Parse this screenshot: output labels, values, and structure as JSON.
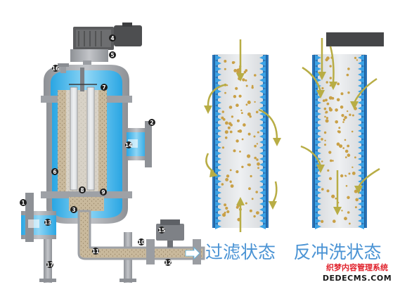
{
  "colors": {
    "steel": "#a9abaf",
    "steel_dark": "#8a8d92",
    "water": "#3fb4ea",
    "water_light": "#8fd6f6",
    "sediment": "#c7b79b",
    "screen": "#2c74b8",
    "particle": "#c9a046",
    "arrow": "#b8ad45",
    "motor": "#555555",
    "caption": "#4a93d4",
    "watermark_red": "#e0202a"
  },
  "callouts": [
    "1",
    "2",
    "3",
    "4",
    "5",
    "6",
    "7",
    "8",
    "9",
    "10",
    "11",
    "12",
    "13",
    "14",
    "15",
    "16",
    "17"
  ],
  "panels": {
    "filtering_label": "过滤状态",
    "backwash_label": "反冲洗状态"
  },
  "watermark": {
    "line1": "织梦内容管理系统",
    "line2": "DEDECMS.COM"
  }
}
